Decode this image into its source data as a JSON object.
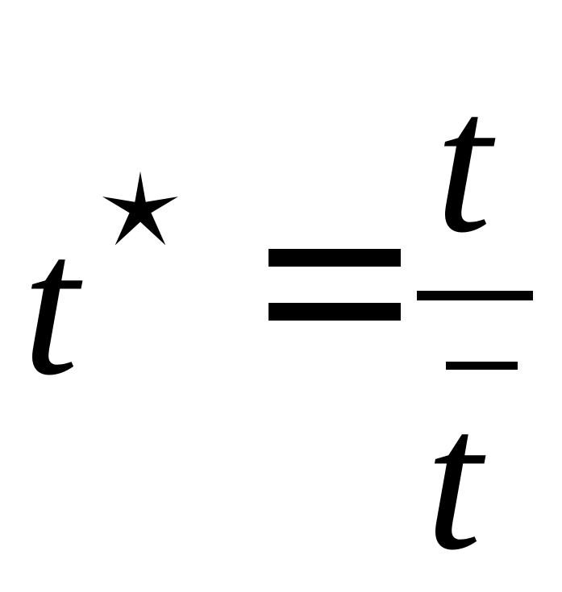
{
  "equation": {
    "lhs_variable": "t",
    "lhs_superscript": "*",
    "operator": "=",
    "numerator": "t",
    "denominator": "t",
    "denominator_accent": "overline"
  },
  "colors": {
    "background": "#ffffff",
    "foreground": "#000000"
  }
}
